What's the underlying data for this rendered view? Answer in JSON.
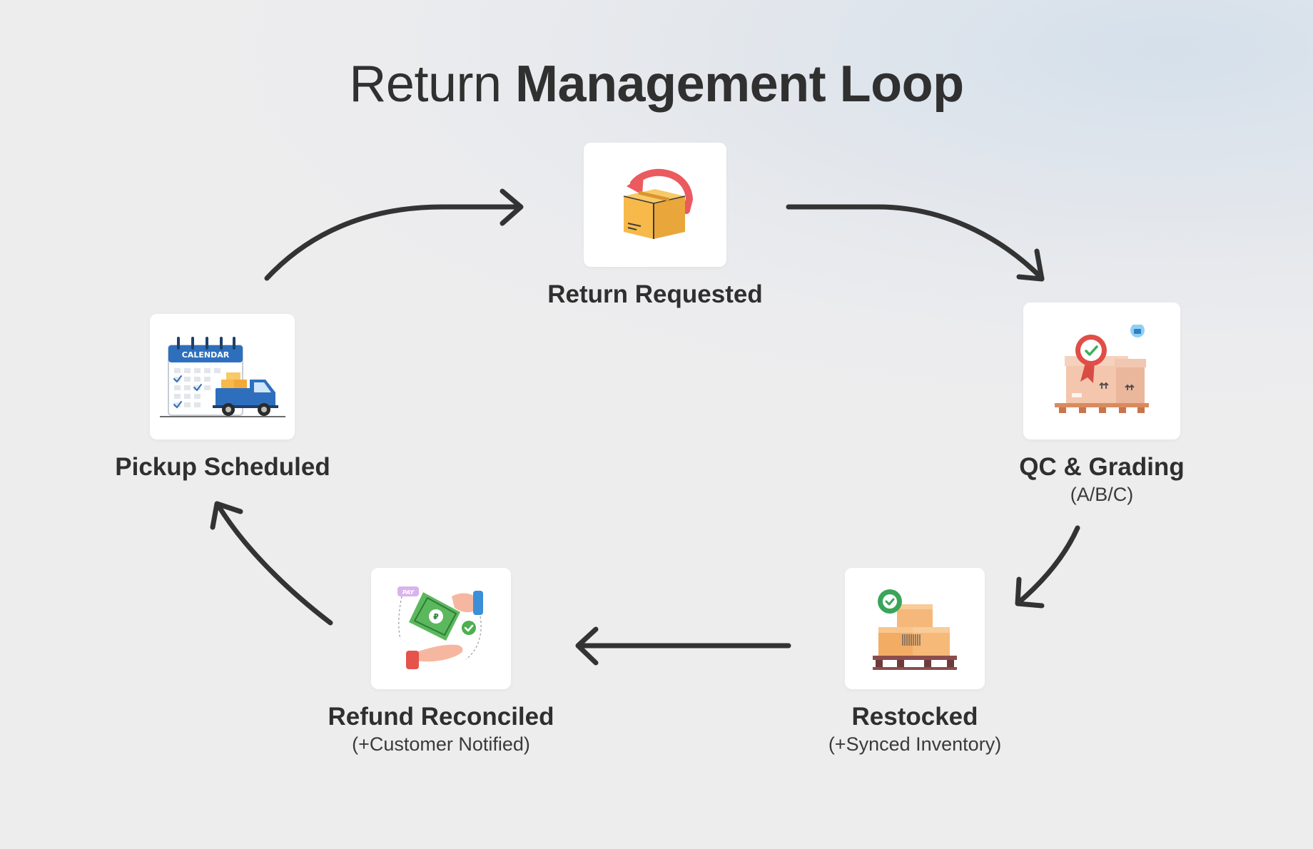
{
  "title": {
    "light": "Return",
    "bold": "Management Loop"
  },
  "steps": [
    {
      "id": "return-requested",
      "label": "Return Requested",
      "sublabel": "",
      "icon": "returned-box-icon"
    },
    {
      "id": "qc-grading",
      "label": "QC & Grading",
      "sublabel": "(A/B/C)",
      "icon": "quality-badge-boxes-icon"
    },
    {
      "id": "restocked",
      "label": "Restocked",
      "sublabel": "(+Synced Inventory)",
      "icon": "pallet-boxes-icon"
    },
    {
      "id": "refund-reconciled",
      "label": "Refund Reconciled",
      "sublabel": "(+Customer Notified)",
      "icon": "money-handover-icon"
    },
    {
      "id": "pickup-scheduled",
      "label": "Pickup Scheduled",
      "sublabel": "",
      "icon": "calendar-truck-icon"
    }
  ],
  "icons": {
    "calendar_text": "CALENDAR",
    "pay_text": "PAY"
  },
  "colors": {
    "arrow": "#333333",
    "card": "#ffffff",
    "box": "#f6b94a",
    "return_arrow": "#ea5a5f",
    "calendar_blue": "#2e6fbd",
    "money_green": "#5cb85c"
  }
}
